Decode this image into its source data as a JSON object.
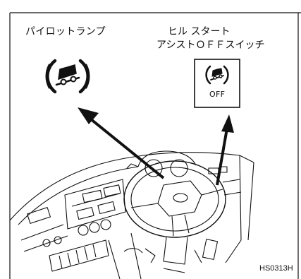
{
  "labels": {
    "pilot_lamp": "パイロットランプ",
    "hill_start_line1": "ヒル スタート",
    "hill_start_line2": "アシストＯＦＦスイッチ",
    "off_text": "OFF",
    "figure_code": "HS0313H"
  },
  "colors": {
    "line": "#111111",
    "background": "#ffffff"
  },
  "icons": {
    "pilot_lamp": "hill-start-assist-indicator-icon",
    "switch": "hill-start-assist-off-switch-icon"
  }
}
